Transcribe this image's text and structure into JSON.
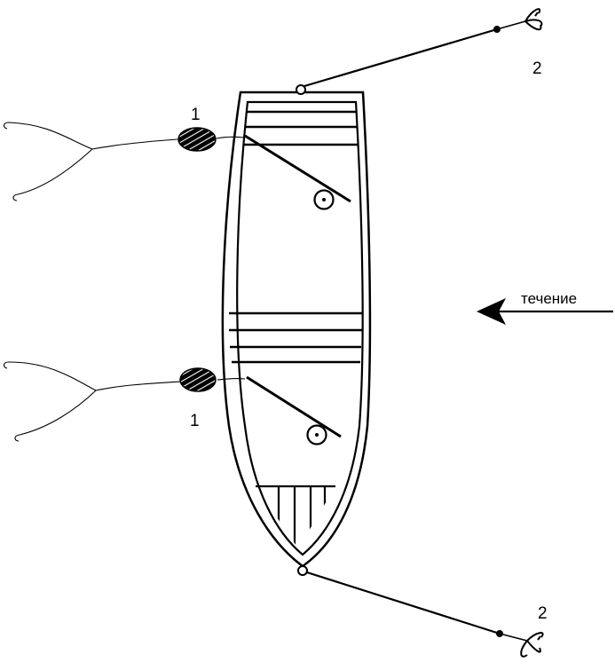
{
  "labels": {
    "float_top": "1",
    "float_bottom": "1",
    "hook_top": "2",
    "hook_bottom": "2",
    "current": "течение"
  },
  "colors": {
    "ink": "#000000",
    "background": "#ffffff"
  },
  "icons": {
    "float": "hatched-oval-float",
    "hook": "treble-hook",
    "arrow": "left-arrow"
  }
}
